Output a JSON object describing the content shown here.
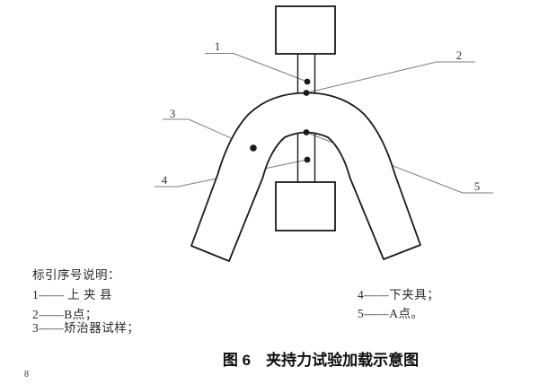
{
  "figure": {
    "caption": "图 6　夹持力试验加载示意图"
  },
  "legend": {
    "title": "标引序号说明：",
    "left": [
      "1—— 上 夹 县",
      "2——B点；",
      "3——矫治器试样；"
    ],
    "right": [
      "4——下夹具；",
      "5——A点。"
    ]
  },
  "callouts": {
    "c1": "1",
    "c2": "2",
    "c3": "3",
    "c4": "4",
    "c5": "5"
  },
  "page": {
    "number": "8"
  },
  "colors": {
    "ink": "#1a1a1a",
    "leader_line": "#7c7c7c",
    "background": "#ffffff"
  }
}
